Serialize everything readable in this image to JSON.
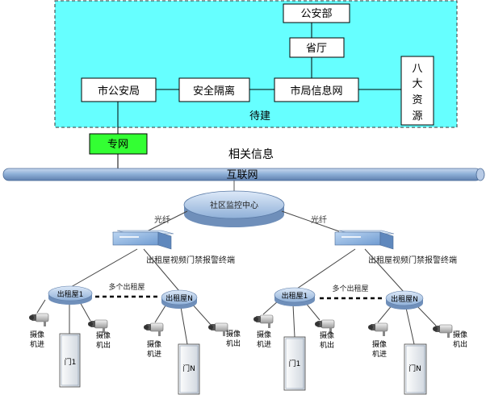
{
  "top_region": {
    "bg_color": "#66ffff",
    "pending_label": "待建",
    "nodes": {
      "ministry": "公安部",
      "province": "省厅",
      "city_bureau": "市公安局",
      "isolation": "安全隔离",
      "city_info_net": "市局信息网",
      "eight_resources": [
        "八",
        "大",
        "资",
        "源"
      ]
    }
  },
  "private_net": {
    "label": "专网",
    "color": "#33ff33"
  },
  "related_info": "相关信息",
  "internet": {
    "label": "互联网"
  },
  "center": {
    "label": "社区监控中心"
  },
  "fiber_labels": [
    "光纤",
    "光纤"
  ],
  "clusters": [
    {
      "terminal_label": "出租屋视频门禁报警终端",
      "house_first": "出租屋1",
      "house_n": "出租屋N",
      "multi_label": "多个出租屋",
      "cams": [
        {
          "label_1": "摄像",
          "label_2": "机进"
        },
        {
          "label_1": "摄像",
          "label_2": "机出"
        },
        {
          "label_1": "摄像",
          "label_2": "机进"
        },
        {
          "label_1": "摄像",
          "label_2": "机出"
        }
      ],
      "doors": [
        "门1",
        "门N"
      ]
    },
    {
      "terminal_label": "出租屋视频门禁报警终端",
      "house_first": "出租屋1",
      "house_n": "出租屋N",
      "multi_label": "多个出租屋",
      "cams": [
        {
          "label_1": "摄像",
          "label_2": "机进"
        },
        {
          "label_1": "摄像",
          "label_2": "机出"
        },
        {
          "label_1": "摄像",
          "label_2": "机进"
        },
        {
          "label_1": "摄像",
          "label_2": "机出"
        }
      ],
      "doors": [
        "门1",
        "门N"
      ]
    }
  ]
}
